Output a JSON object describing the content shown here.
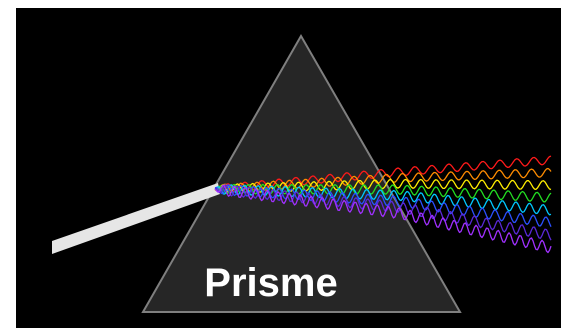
{
  "diagram": {
    "label": "Prisme",
    "colors": {
      "page_background": "#ffffff",
      "scene_background": "#000000",
      "prism_fill": "#262626",
      "prism_edge": "#7f7f7f",
      "incident_beam": "#e6e6e6",
      "label_text": "#ffffff"
    },
    "spectrum": [
      {
        "name": "red",
        "color": "#ff1a1a"
      },
      {
        "name": "orange",
        "color": "#ff8c00"
      },
      {
        "name": "yellow",
        "color": "#ffee00"
      },
      {
        "name": "green",
        "color": "#22dd22"
      },
      {
        "name": "cyan",
        "color": "#00c8ff"
      },
      {
        "name": "blue",
        "color": "#2a50ff"
      },
      {
        "name": "indigo",
        "color": "#5a28d8"
      },
      {
        "name": "violet",
        "color": "#a030ff"
      }
    ]
  }
}
